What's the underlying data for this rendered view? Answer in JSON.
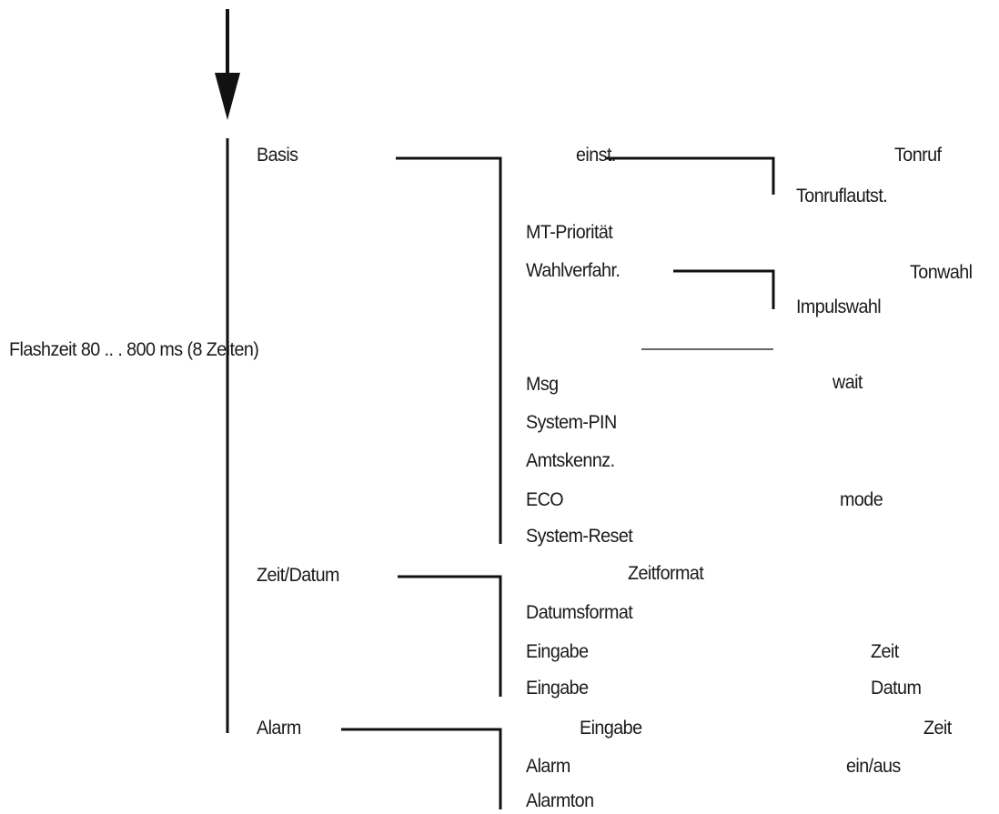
{
  "side_note": "Flashzeit  80 .. . 800 ms (8 Zeiten)",
  "groups": [
    {
      "label": "Basis",
      "items": [
        {
          "label": "einst.",
          "sub": [
            "Tonruf",
            "Tonruflautst."
          ]
        },
        {
          "label": "MT-Priorität"
        },
        {
          "label": "Wahlverfahr.",
          "sub": [
            "Tonwahl",
            "Impulswahl"
          ]
        },
        {
          "label": "Msg",
          "value": "wait"
        },
        {
          "label": "System-PIN"
        },
        {
          "label": "Amtskennz."
        },
        {
          "label": "ECO",
          "value": "mode"
        },
        {
          "label": "System-Reset"
        }
      ]
    },
    {
      "label": "Zeit/Datum",
      "items": [
        {
          "label": "Zeitformat"
        },
        {
          "label": "Datumsformat"
        },
        {
          "label": "Eingabe",
          "value": "Zeit"
        },
        {
          "label": "Eingabe",
          "value": "Datum"
        }
      ]
    },
    {
      "label": "Alarm",
      "items": [
        {
          "label": "Eingabe",
          "value": "Zeit"
        },
        {
          "label": "Alarm",
          "value": "ein/aus"
        },
        {
          "label": "Alarmton"
        }
      ]
    }
  ]
}
